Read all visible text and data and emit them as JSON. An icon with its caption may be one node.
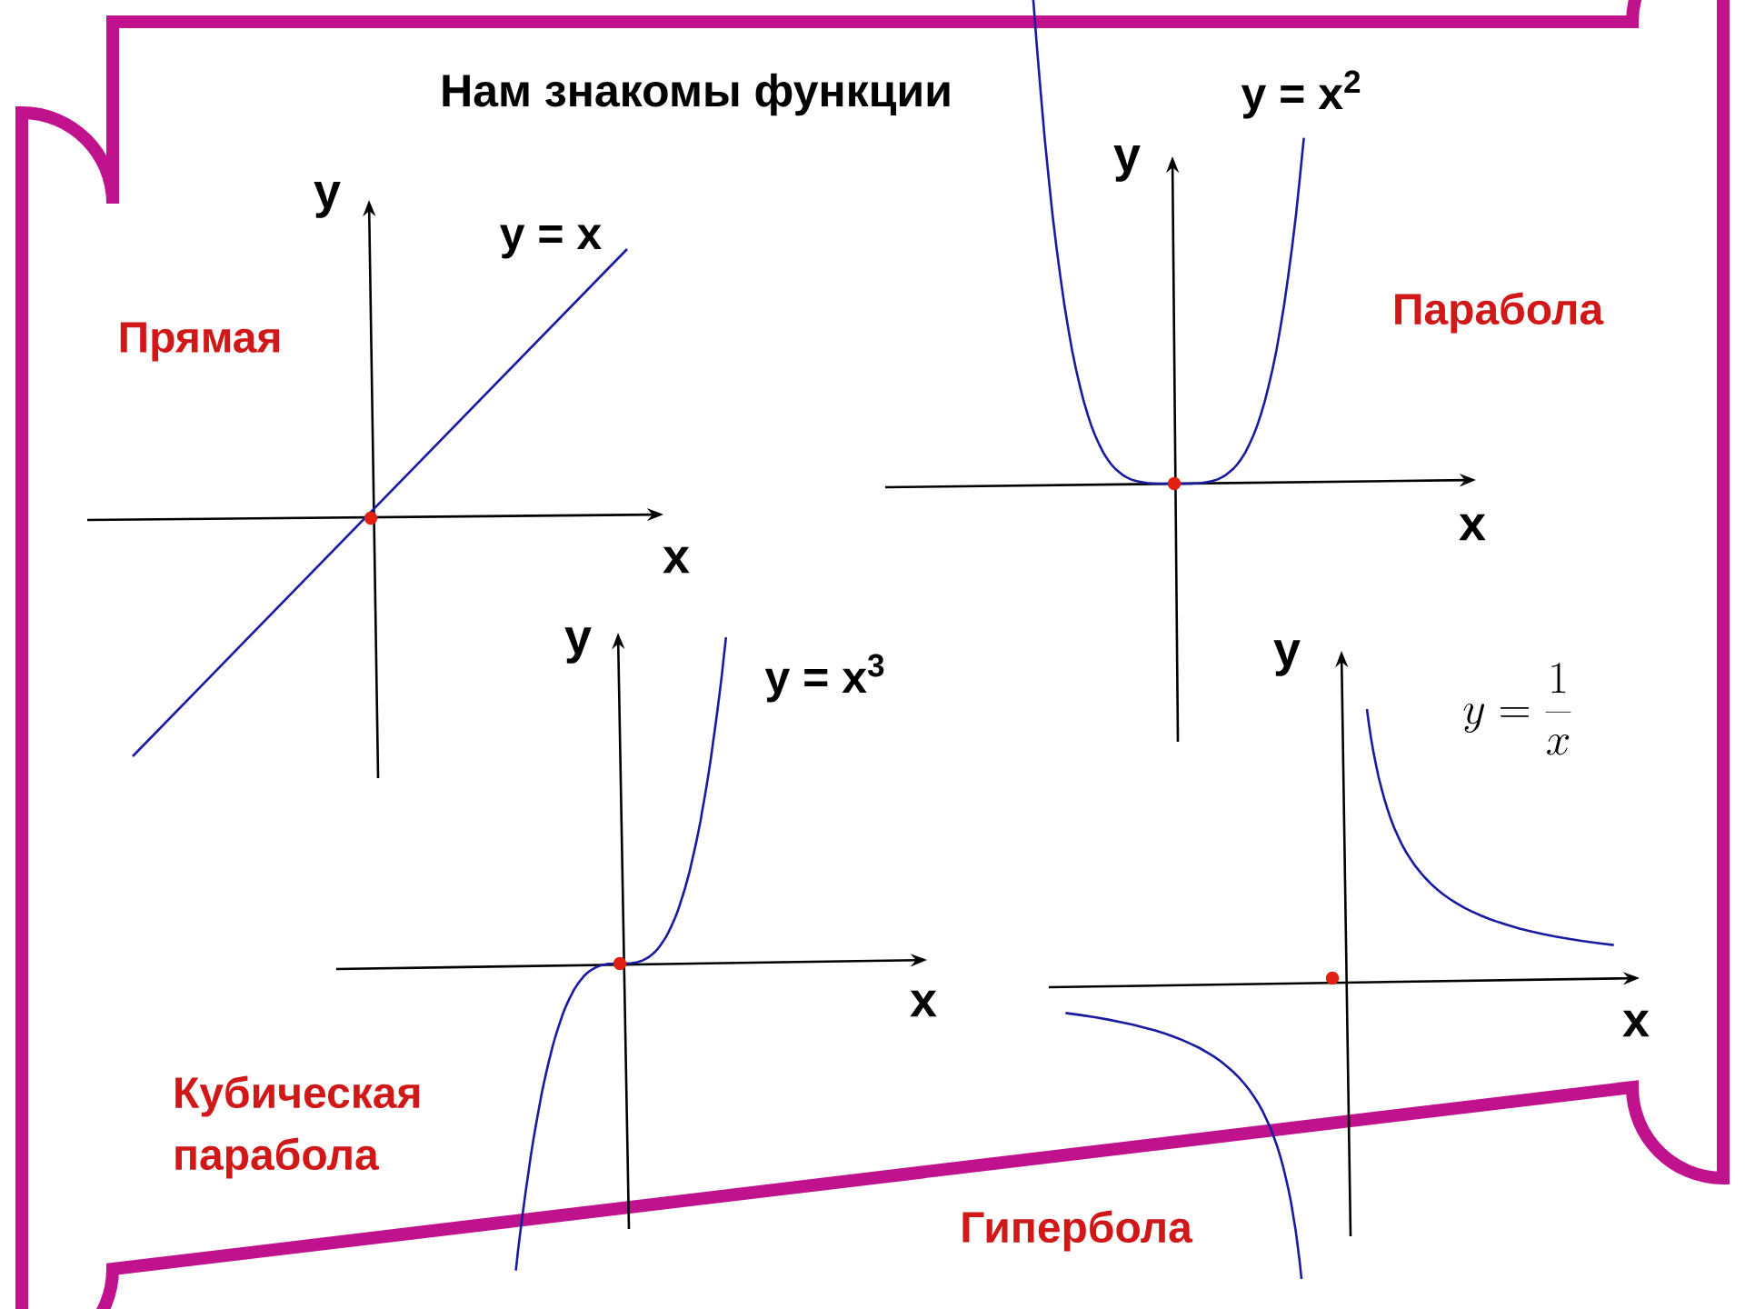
{
  "diagram": {
    "title": "Нам знакомы функции",
    "labels": [
      "y = x$^{2}$",
      "y",
      "y",
      "y = x",
      "Парабола",
      "Прямая",
      "x",
      "x",
      "y",
      "y",
      "y = x$^{3}$",
      "y=\\frac{1}{x}",
      "x",
      "x",
      "Кубическая парабола",
      "Гипербола"
    ]
  }
}
